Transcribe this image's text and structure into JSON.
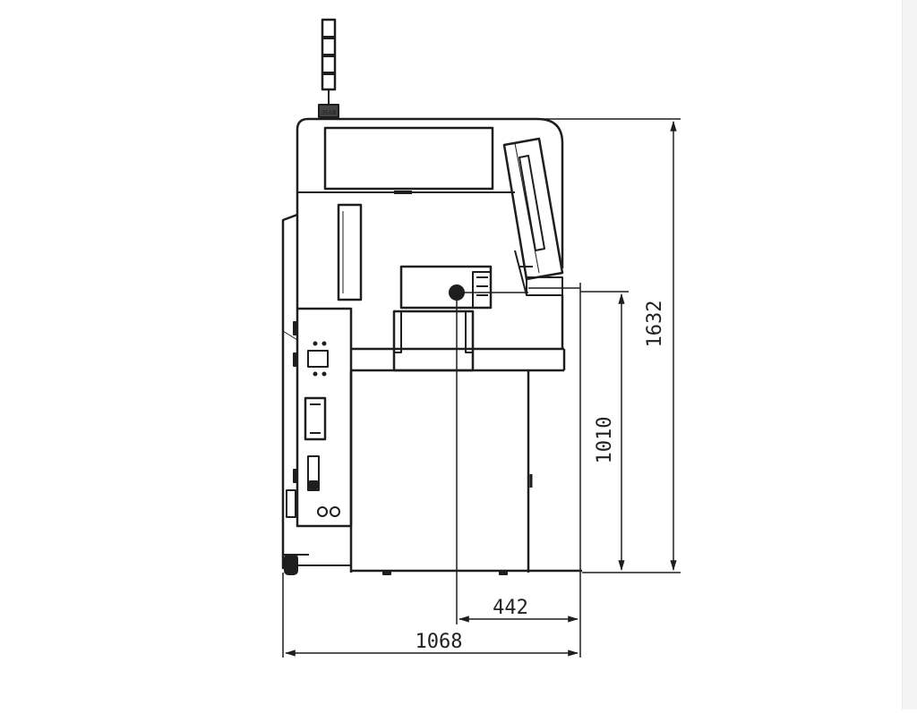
{
  "drawing": {
    "ink_color": "#1e1e1e",
    "background": "#ffffff",
    "beacon_label": "JE&B"
  },
  "dimensions": {
    "overall_height": "1632",
    "table_height": "1010",
    "offset": "442",
    "overall_width": "1068"
  }
}
